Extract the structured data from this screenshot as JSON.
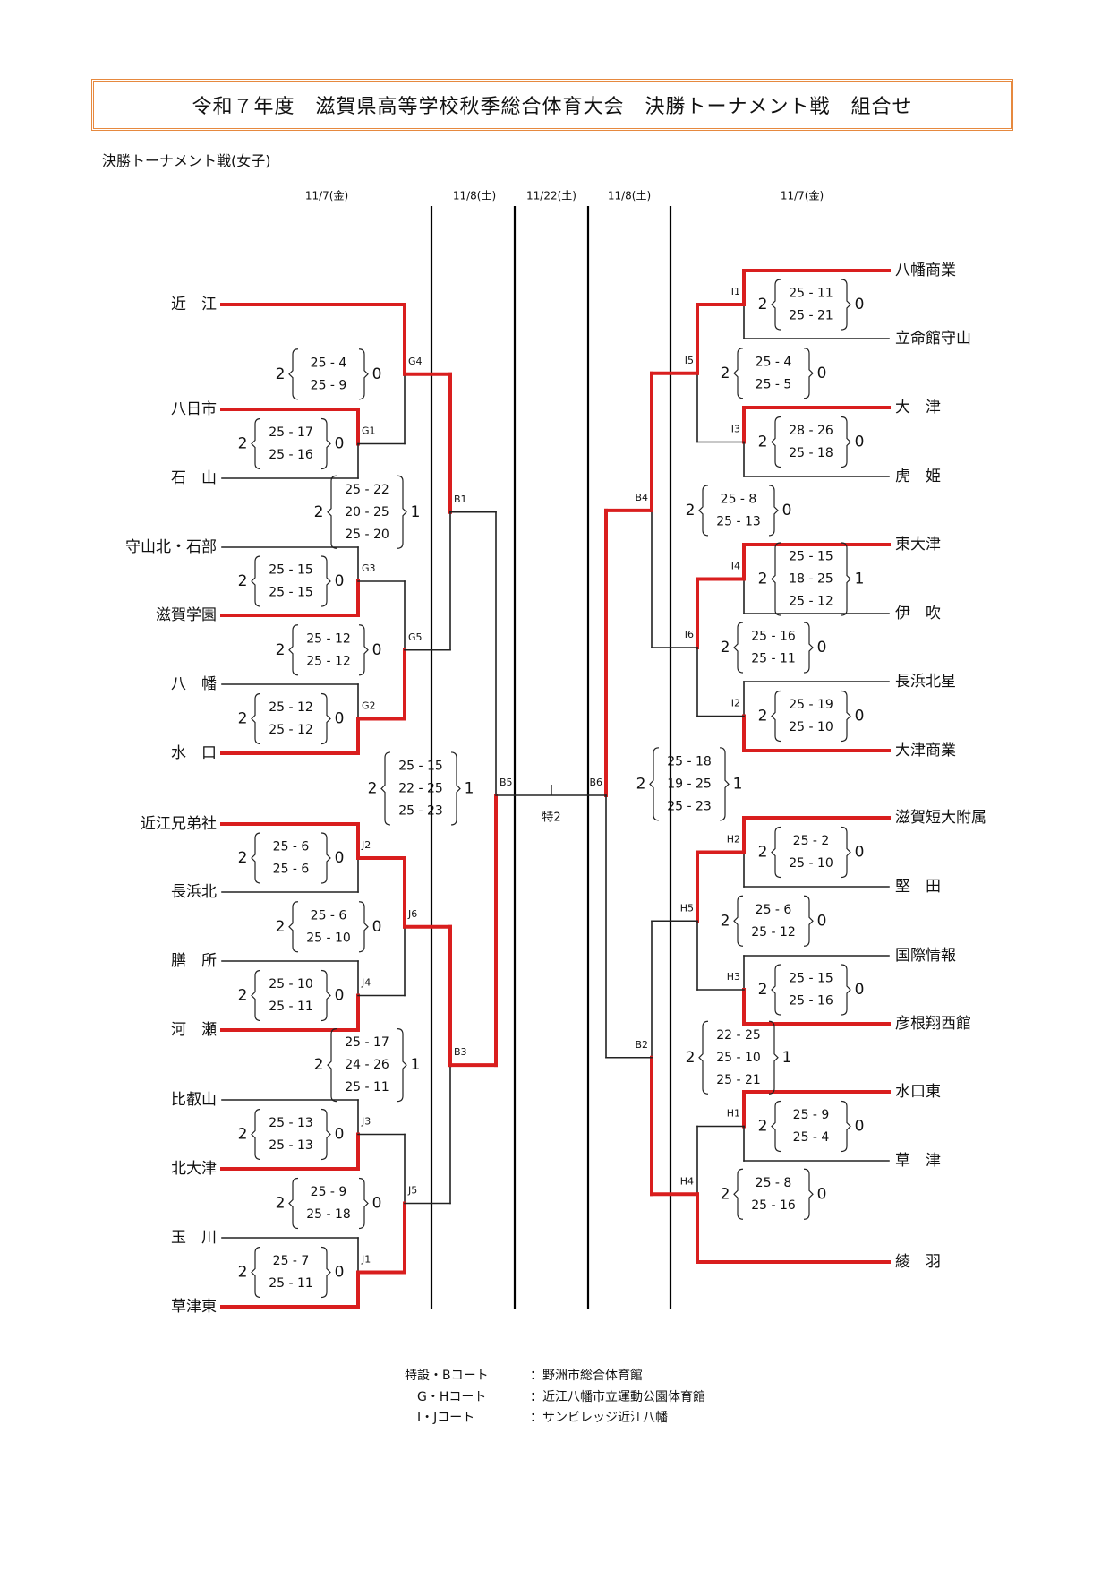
{
  "title": "令和７年度　滋賀県高等学校秋季総合体育大会　決勝トーナメント戦　組合せ",
  "subtitle": "決勝トーナメント戦(女子)",
  "colors": {
    "winner_line": "#d91e1e",
    "loser_line": "#222222",
    "column_line": "#000000",
    "title_border": "#e6893f"
  },
  "dates": [
    "11/7(金)",
    "11/8(土)",
    "11/22(土)",
    "11/8(土)",
    "11/7(金)"
  ],
  "final": {
    "label": "特2"
  },
  "left": {
    "teams": [
      "近　江",
      "八日市",
      "石　山",
      "守山北・石部",
      "滋賀学園",
      "八　幡",
      "水　口",
      "近江兄弟社",
      "長浜北",
      "膳　所",
      "河　瀬",
      "比叡山",
      "北大津",
      "玉　川",
      "草津東"
    ],
    "matches": [
      {
        "id": "G1",
        "a": "八日市",
        "b": "石　山",
        "winner": "a",
        "sets_a": 2,
        "sets_b": 0,
        "scores": [
          "25 - 17",
          "25 - 16"
        ]
      },
      {
        "id": "G4",
        "a": "近　江",
        "b": "G1",
        "winner": "a",
        "sets_a": 2,
        "sets_b": 0,
        "scores": [
          "25 - 4",
          "25 - 9"
        ]
      },
      {
        "id": "G3",
        "a": "守山北・石部",
        "b": "滋賀学園",
        "winner": "b",
        "sets_a": 2,
        "sets_b": 0,
        "scores": [
          "25 - 15",
          "25 - 15"
        ]
      },
      {
        "id": "G2",
        "a": "八　幡",
        "b": "水　口",
        "winner": "b",
        "sets_a": 2,
        "sets_b": 0,
        "scores": [
          "25 - 12",
          "25 - 12"
        ]
      },
      {
        "id": "G5",
        "a": "G3",
        "b": "G2",
        "winner": "b",
        "sets_a": 2,
        "sets_b": 0,
        "scores": [
          "25 - 12",
          "25 - 12"
        ]
      },
      {
        "id": "B1",
        "a": "G4",
        "b": "G5",
        "winner": "a",
        "sets_a": 2,
        "sets_b": 1,
        "scores": [
          "25 - 22",
          "20 - 25",
          "25 - 20"
        ]
      },
      {
        "id": "J2",
        "a": "近江兄弟社",
        "b": "長浜北",
        "winner": "a",
        "sets_a": 2,
        "sets_b": 0,
        "scores": [
          "25 - 6",
          "25 - 6"
        ]
      },
      {
        "id": "J4",
        "a": "膳　所",
        "b": "河　瀬",
        "winner": "b",
        "sets_a": 2,
        "sets_b": 0,
        "scores": [
          "25 - 10",
          "25 - 11"
        ]
      },
      {
        "id": "J6",
        "a": "J2",
        "b": "J4",
        "winner": "a",
        "sets_a": 2,
        "sets_b": 0,
        "scores": [
          "25 - 6",
          "25 - 10"
        ]
      },
      {
        "id": "J3",
        "a": "比叡山",
        "b": "北大津",
        "winner": "b",
        "sets_a": 2,
        "sets_b": 0,
        "scores": [
          "25 - 13",
          "25 - 13"
        ]
      },
      {
        "id": "J1",
        "a": "玉　川",
        "b": "草津東",
        "winner": "b",
        "sets_a": 2,
        "sets_b": 0,
        "scores": [
          "25 - 7",
          "25 - 11"
        ]
      },
      {
        "id": "J5",
        "a": "J3",
        "b": "J1",
        "winner": "b",
        "sets_a": 2,
        "sets_b": 0,
        "scores": [
          "25 - 9",
          "25 - 18"
        ]
      },
      {
        "id": "B3",
        "a": "J6",
        "b": "J5",
        "winner": "a",
        "sets_a": 2,
        "sets_b": 1,
        "scores": [
          "25 - 17",
          "24 - 26",
          "25 - 11"
        ]
      },
      {
        "id": "B5",
        "a": "B1",
        "b": "B3",
        "winner": "b",
        "sets_a": 2,
        "sets_b": 1,
        "scores": [
          "25 - 15",
          "22 - 25",
          "25 - 23"
        ]
      }
    ]
  },
  "right": {
    "teams": [
      "八幡商業",
      "立命館守山",
      "大　津",
      "虎　姫",
      "東大津",
      "伊　吹",
      "長浜北星",
      "大津商業",
      "滋賀短大附属",
      "堅　田",
      "国際情報",
      "彦根翔西館",
      "水口東",
      "草　津",
      "綾　羽"
    ],
    "matches": [
      {
        "id": "I1",
        "a": "八幡商業",
        "b": "立命館守山",
        "winner": "a",
        "sets_a": 2,
        "sets_b": 0,
        "scores": [
          "25 - 11",
          "25 - 21"
        ]
      },
      {
        "id": "I3",
        "a": "大　津",
        "b": "虎　姫",
        "winner": "a",
        "sets_a": 2,
        "sets_b": 0,
        "scores": [
          "28 - 26",
          "25 - 18"
        ]
      },
      {
        "id": "I5",
        "a": "I1",
        "b": "I3",
        "winner": "a",
        "sets_a": 2,
        "sets_b": 0,
        "scores": [
          "25 - 4",
          "25 - 5"
        ]
      },
      {
        "id": "I4",
        "a": "東大津",
        "b": "伊　吹",
        "winner": "a",
        "sets_a": 2,
        "sets_b": 1,
        "scores": [
          "25 - 15",
          "18 - 25",
          "25 - 12"
        ]
      },
      {
        "id": "I2",
        "a": "長浜北星",
        "b": "大津商業",
        "winner": "b",
        "sets_a": 2,
        "sets_b": 0,
        "scores": [
          "25 - 19",
          "25 - 10"
        ]
      },
      {
        "id": "I6",
        "a": "I4",
        "b": "I2",
        "winner": "a",
        "sets_a": 2,
        "sets_b": 0,
        "scores": [
          "25 - 16",
          "25 - 11"
        ]
      },
      {
        "id": "B4",
        "a": "I5",
        "b": "I6",
        "winner": "a",
        "sets_a": 2,
        "sets_b": 0,
        "scores": [
          "25 - 8",
          "25 - 13"
        ]
      },
      {
        "id": "H2",
        "a": "滋賀短大附属",
        "b": "堅　田",
        "winner": "a",
        "sets_a": 2,
        "sets_b": 0,
        "scores": [
          "25 - 2",
          "25 - 10"
        ]
      },
      {
        "id": "H3",
        "a": "国際情報",
        "b": "彦根翔西館",
        "winner": "b",
        "sets_a": 2,
        "sets_b": 0,
        "scores": [
          "25 - 15",
          "25 - 16"
        ]
      },
      {
        "id": "H5",
        "a": "H2",
        "b": "H3",
        "winner": "a",
        "sets_a": 2,
        "sets_b": 0,
        "scores": [
          "25 - 6",
          "25 - 12"
        ]
      },
      {
        "id": "H1",
        "a": "水口東",
        "b": "草　津",
        "winner": "a",
        "sets_a": 2,
        "sets_b": 0,
        "scores": [
          "25 - 9",
          "25 - 4"
        ]
      },
      {
        "id": "H4",
        "a": "H1",
        "b": "綾　羽",
        "winner": "b",
        "sets_a": 2,
        "sets_b": 0,
        "scores": [
          "25 - 8",
          "25 - 16"
        ]
      },
      {
        "id": "B2",
        "a": "H5",
        "b": "H4",
        "winner": "b",
        "sets_a": 2,
        "sets_b": 1,
        "scores": [
          "22 - 25",
          "25 - 10",
          "25 - 21"
        ]
      },
      {
        "id": "B6",
        "a": "B4",
        "b": "B2",
        "winner": "a",
        "sets_a": 2,
        "sets_b": 1,
        "scores": [
          "25 - 18",
          "19 - 25",
          "25 - 23"
        ]
      }
    ]
  },
  "notes": [
    {
      "label": "特設・Bコート",
      "venue": "：野洲市総合体育館"
    },
    {
      "label": "　G・Hコート　",
      "venue": "：近江八幡市立運動公園体育館"
    },
    {
      "label": "　I・Jコート　",
      "venue": "：サンビレッジ近江八幡"
    }
  ]
}
